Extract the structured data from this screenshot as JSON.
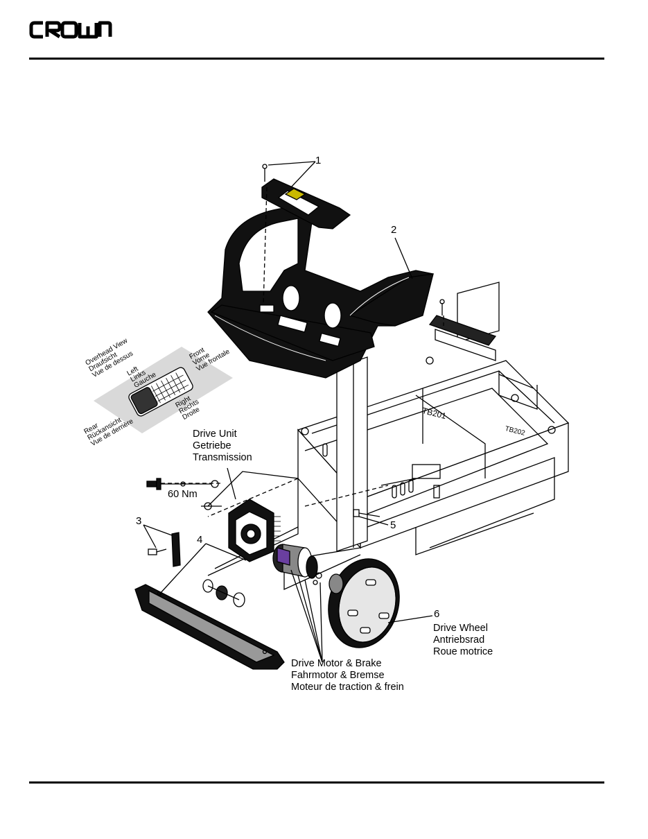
{
  "header": {
    "logo_text": "CROWN"
  },
  "labels": {
    "callout_1": "1",
    "callout_2": "2",
    "callout_3": "3",
    "callout_4": "4",
    "callout_5": "5",
    "callout_6": "6",
    "drive_unit": [
      "Drive Unit",
      "Getriebe",
      "Transmission"
    ],
    "torque": "60 Nm",
    "drive_wheel": [
      "Drive Wheel",
      "Antriebsrad",
      "Roue motrice"
    ],
    "drive_motor": [
      "Drive Motor & Brake",
      "Fahrmotor & Bremse",
      "Moteur de traction & frein"
    ],
    "tb201": "TB201",
    "tb202": "TB202"
  },
  "overhead_view": {
    "title": [
      "Overhead View",
      "Draufsicht",
      "Vue de dessus"
    ],
    "left": [
      "Left",
      "Links",
      "Gauche"
    ],
    "front": [
      "Front",
      "Vorne",
      "Vue frontale"
    ],
    "rear": [
      "Rear",
      "Rückansicht",
      "Vue de derrière"
    ],
    "right": [
      "Right",
      "Rechts",
      "Droite"
    ]
  }
}
